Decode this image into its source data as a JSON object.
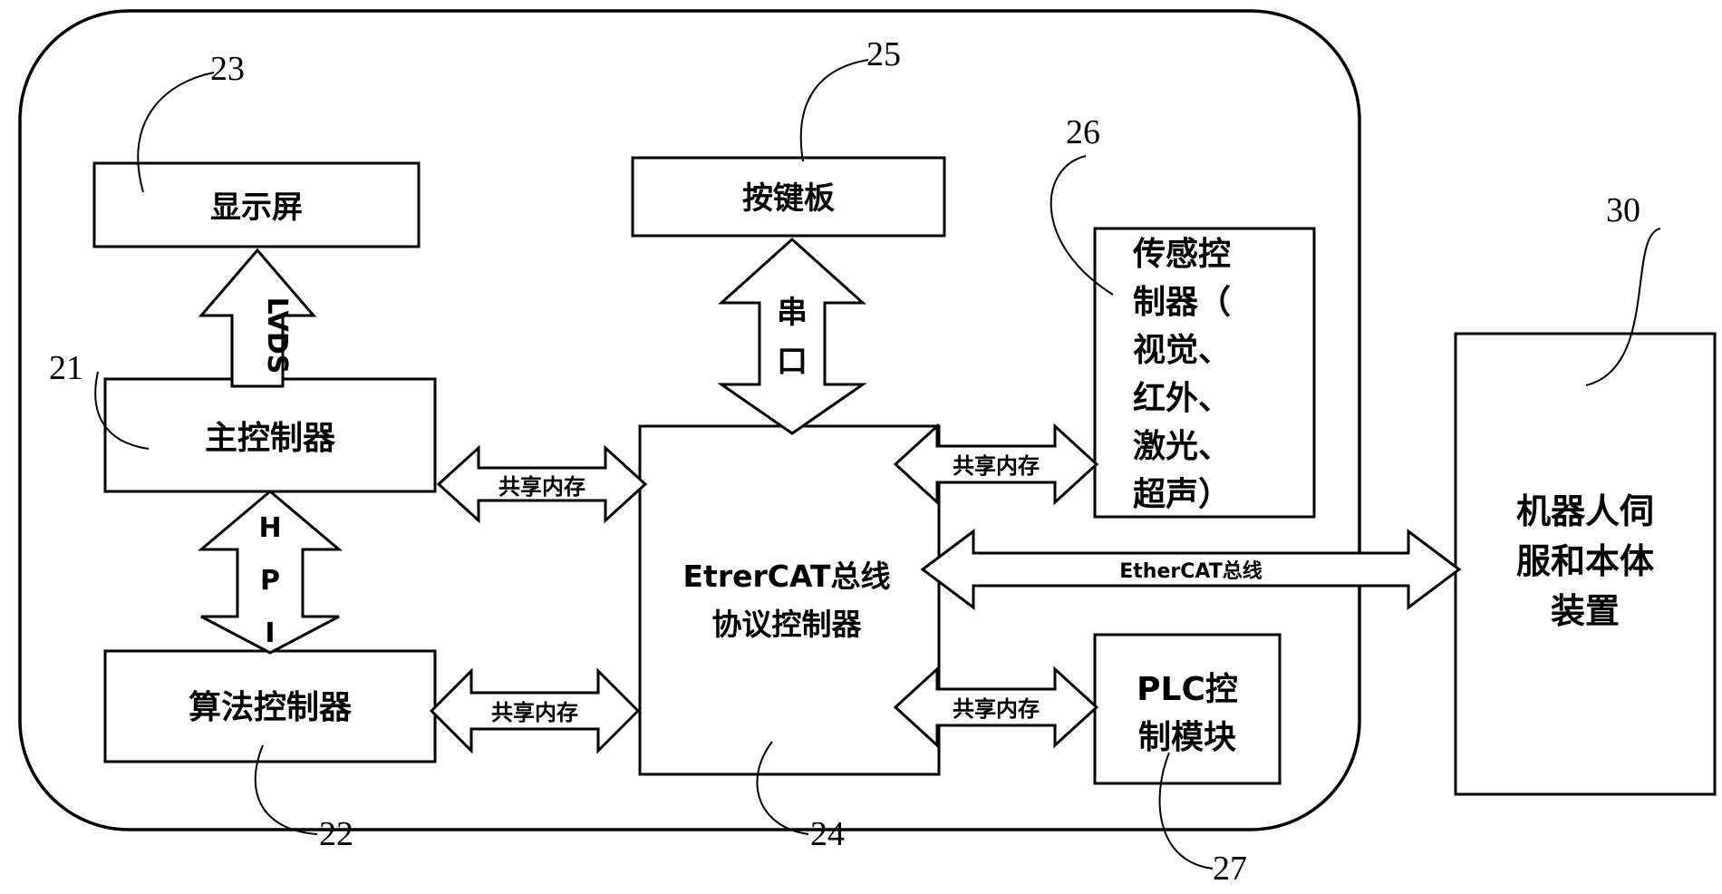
{
  "diagram": {
    "blocks": {
      "display": "显示屏",
      "keypad": "按键板",
      "main_controller": "主控制器",
      "algorithm_controller": "算法控制器",
      "ethercat_controller_line1": "EtrerCAT总线",
      "ethercat_controller_line2": "协议控制器",
      "sensor_controller_lines": [
        "传感控",
        "制器（",
        "视觉、",
        "红外、",
        "激光、",
        "超声）"
      ],
      "plc_module_lines": [
        "PLC控",
        "制模块"
      ],
      "robot_lines": [
        "机器人伺",
        "服和本体",
        "装置"
      ]
    },
    "connections": {
      "lvds": "LVDS",
      "serial_lines": [
        "串",
        "口"
      ],
      "hpi_letters": [
        "H",
        "P",
        "I"
      ],
      "shared_memory": "共享内存",
      "ethercat_bus": "EtherCAT总线"
    },
    "reference_numbers": {
      "main_controller": "21",
      "algorithm_controller": "22",
      "display": "23",
      "ethercat_controller": "24",
      "keypad": "25",
      "sensor_controller": "26",
      "plc_module": "27",
      "robot": "30"
    }
  }
}
